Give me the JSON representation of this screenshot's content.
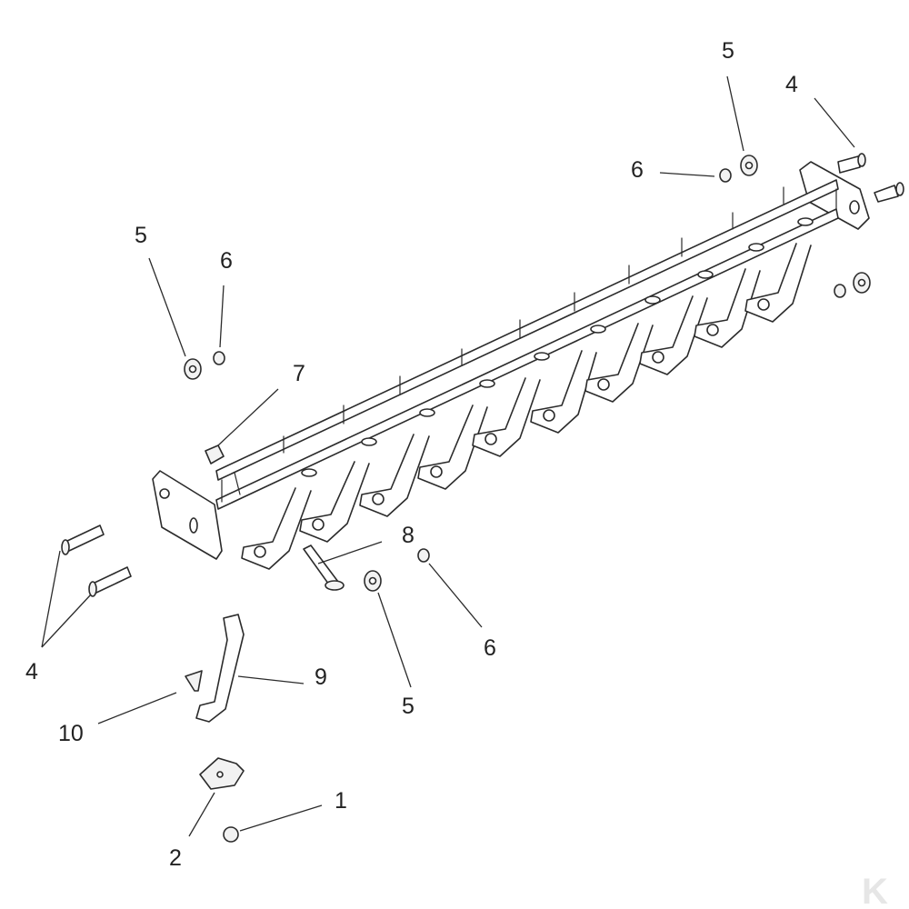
{
  "diagram": {
    "callouts": [
      {
        "id": "c1",
        "text": "1"
      },
      {
        "id": "c2",
        "text": "2"
      },
      {
        "id": "c4a",
        "text": "4"
      },
      {
        "id": "c4b",
        "text": "4"
      },
      {
        "id": "c5a",
        "text": "5"
      },
      {
        "id": "c5b",
        "text": "5"
      },
      {
        "id": "c5c",
        "text": "5"
      },
      {
        "id": "c6a",
        "text": "6"
      },
      {
        "id": "c6b",
        "text": "6"
      },
      {
        "id": "c6c",
        "text": "6"
      },
      {
        "id": "c7",
        "text": "7"
      },
      {
        "id": "c8",
        "text": "8"
      },
      {
        "id": "c9",
        "text": "9"
      },
      {
        "id": "c10",
        "text": "10"
      }
    ],
    "watermark": {
      "text": "K",
      "color": "#e6e6e6"
    },
    "line_color": "#2b2b2b"
  }
}
